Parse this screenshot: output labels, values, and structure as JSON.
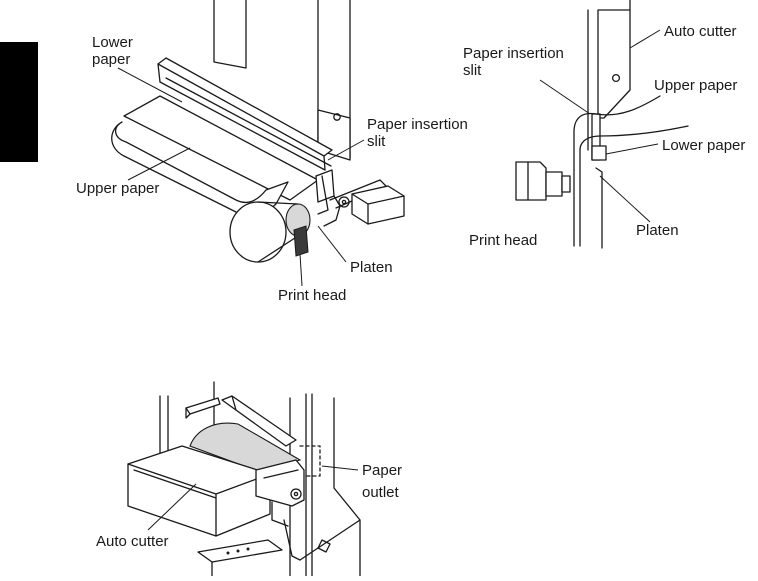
{
  "figure_a": {
    "labels": {
      "lower_paper_line1": "Lower",
      "lower_paper_line2": "paper",
      "upper_paper": "Upper paper",
      "slit_line1": "Paper insertion",
      "slit_line2": "slit",
      "platen": "Platen",
      "print_head": "Print head"
    }
  },
  "figure_b": {
    "labels": {
      "auto_cutter": "Auto cutter",
      "slit_line1": "Paper insertion",
      "slit_line2": "slit",
      "upper_paper": "Upper paper",
      "lower_paper": "Lower paper",
      "platen": "Platen",
      "print_head": "Print head"
    }
  },
  "figure_c": {
    "labels": {
      "paper_outlet_line1": "Paper",
      "paper_outlet_line2": "outlet",
      "auto_cutter": "Auto cutter"
    }
  },
  "colors": {
    "ink": "#1a1a1a",
    "tab": "#000000",
    "shade": "#d8d8d8"
  }
}
